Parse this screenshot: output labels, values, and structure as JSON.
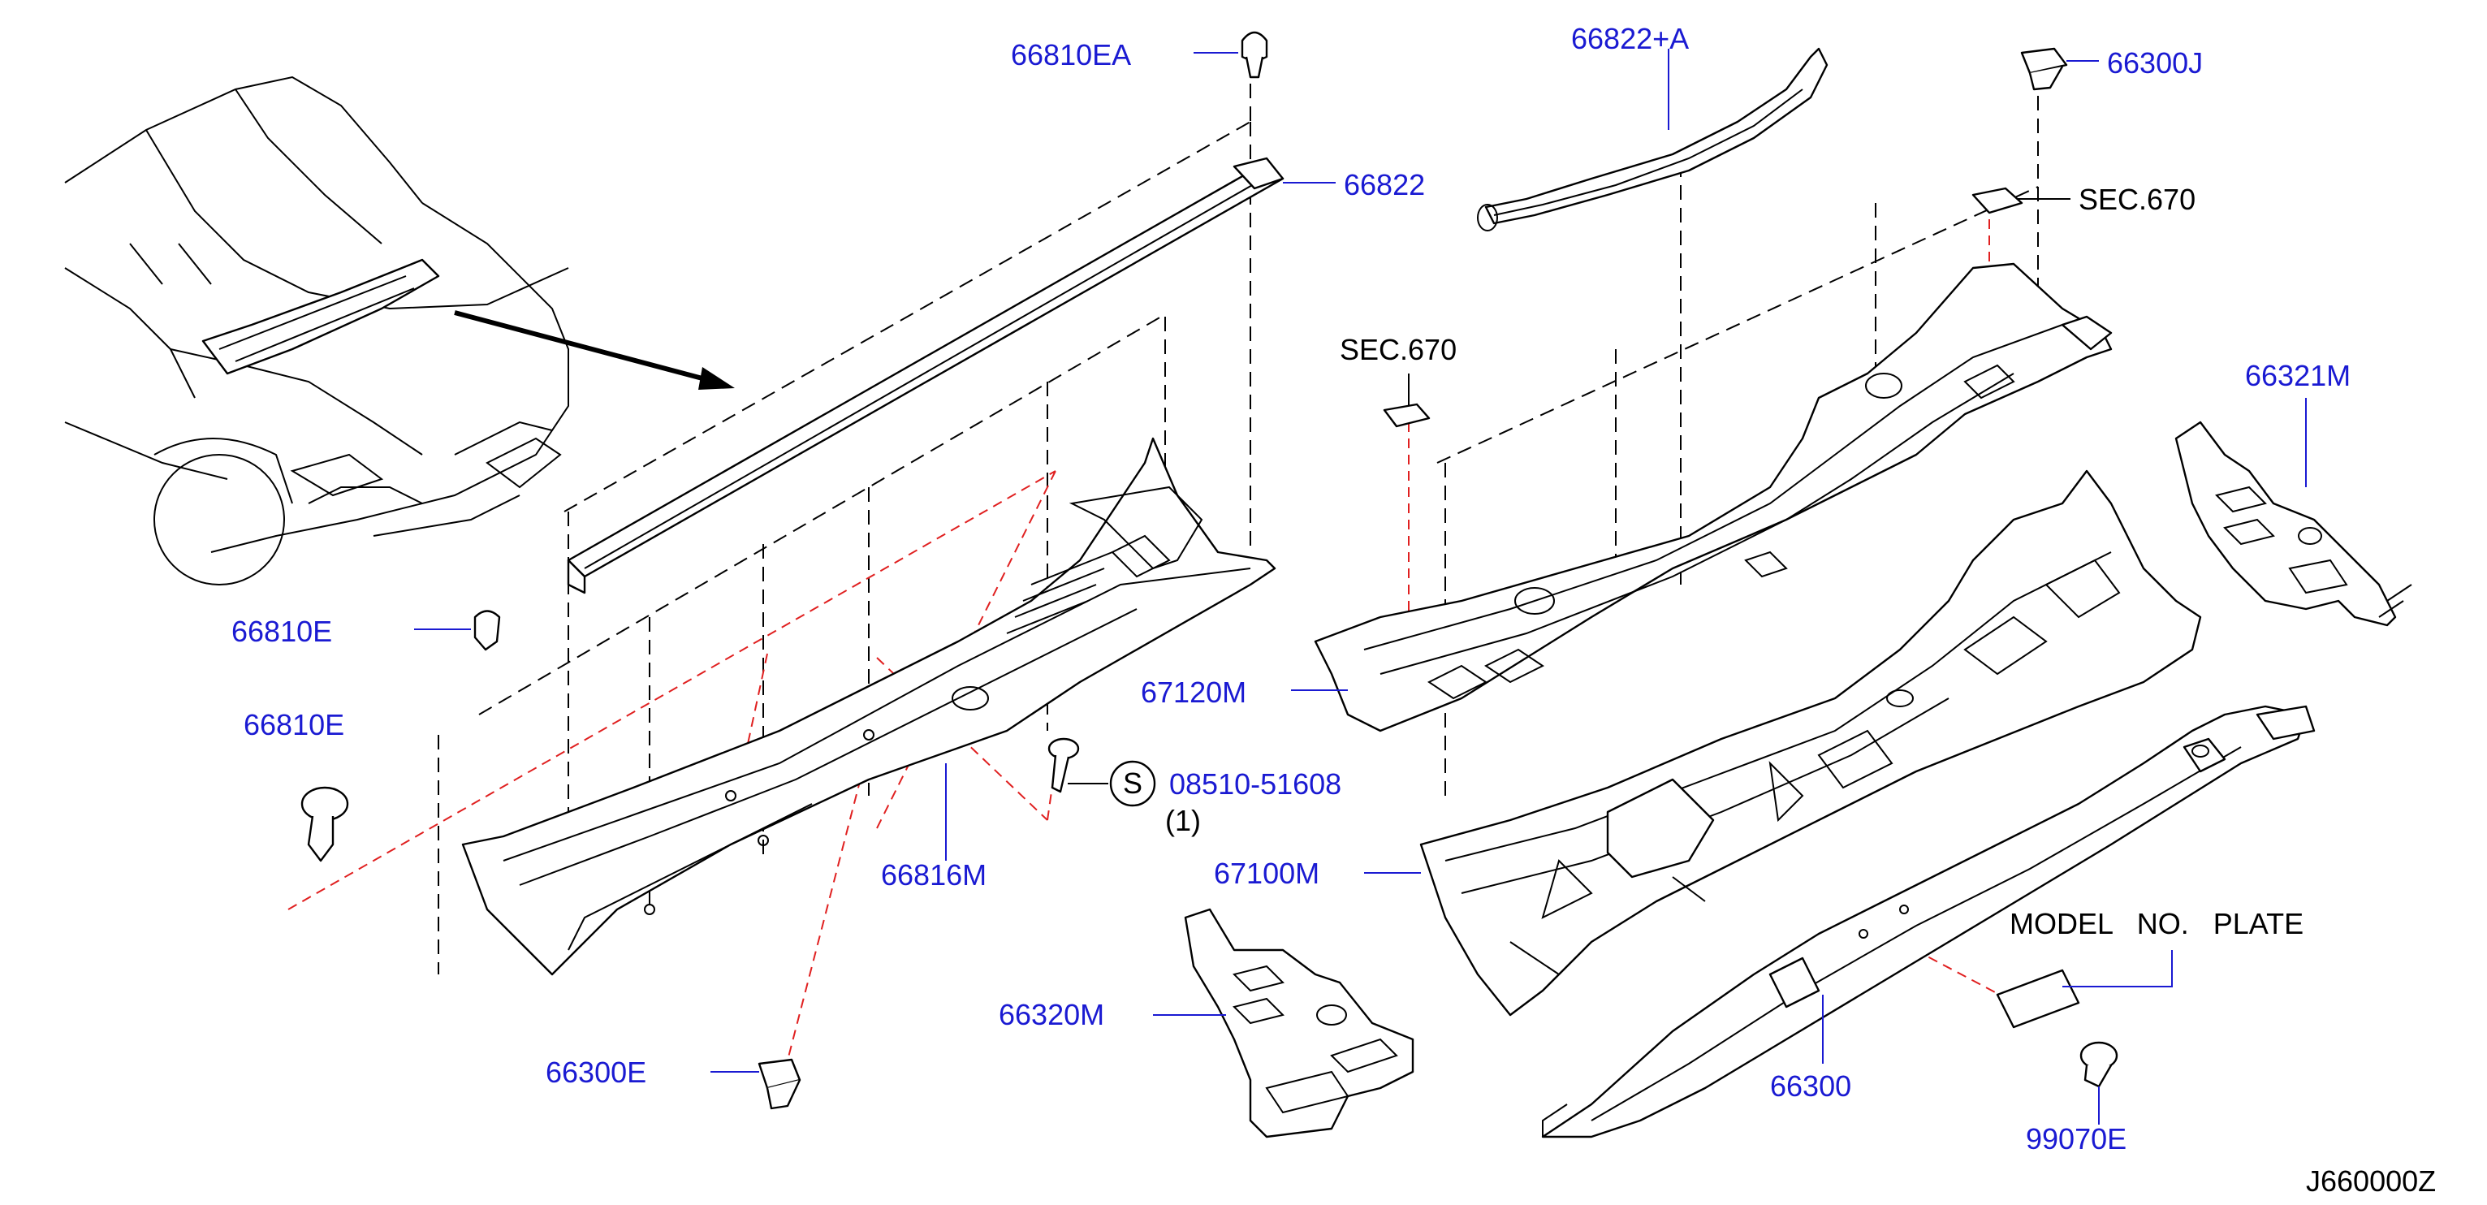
{
  "labels": {
    "clip_66810ea": "66810EA",
    "cowl_top_seal_a": "66822+A",
    "clip_66300j": "66300J",
    "seal_66822": "66822",
    "sec670_right": "SEC.670",
    "sec670_left": "SEC.670",
    "bracket_66321m": "66321M",
    "clip_partial": "66810E",
    "clip_66810e": "66810E",
    "panel_67120m": "67120M",
    "screw_symbol": "S",
    "screw_part": "08510-51608",
    "screw_qty": "(1)",
    "cowl_66816m": "66816M",
    "dash_67100m": "67100M",
    "model_plate": "MODEL   NO.   PLATE",
    "bracket_66320m": "66320M",
    "clip_66300e": "66300E",
    "member_66300": "66300",
    "rivet_99070e": "99070E",
    "diagram_code": "J660000Z"
  },
  "colors": {
    "callout_blue": "#1a1ad2",
    "guide_red": "#e02020",
    "line_black": "#000000"
  }
}
